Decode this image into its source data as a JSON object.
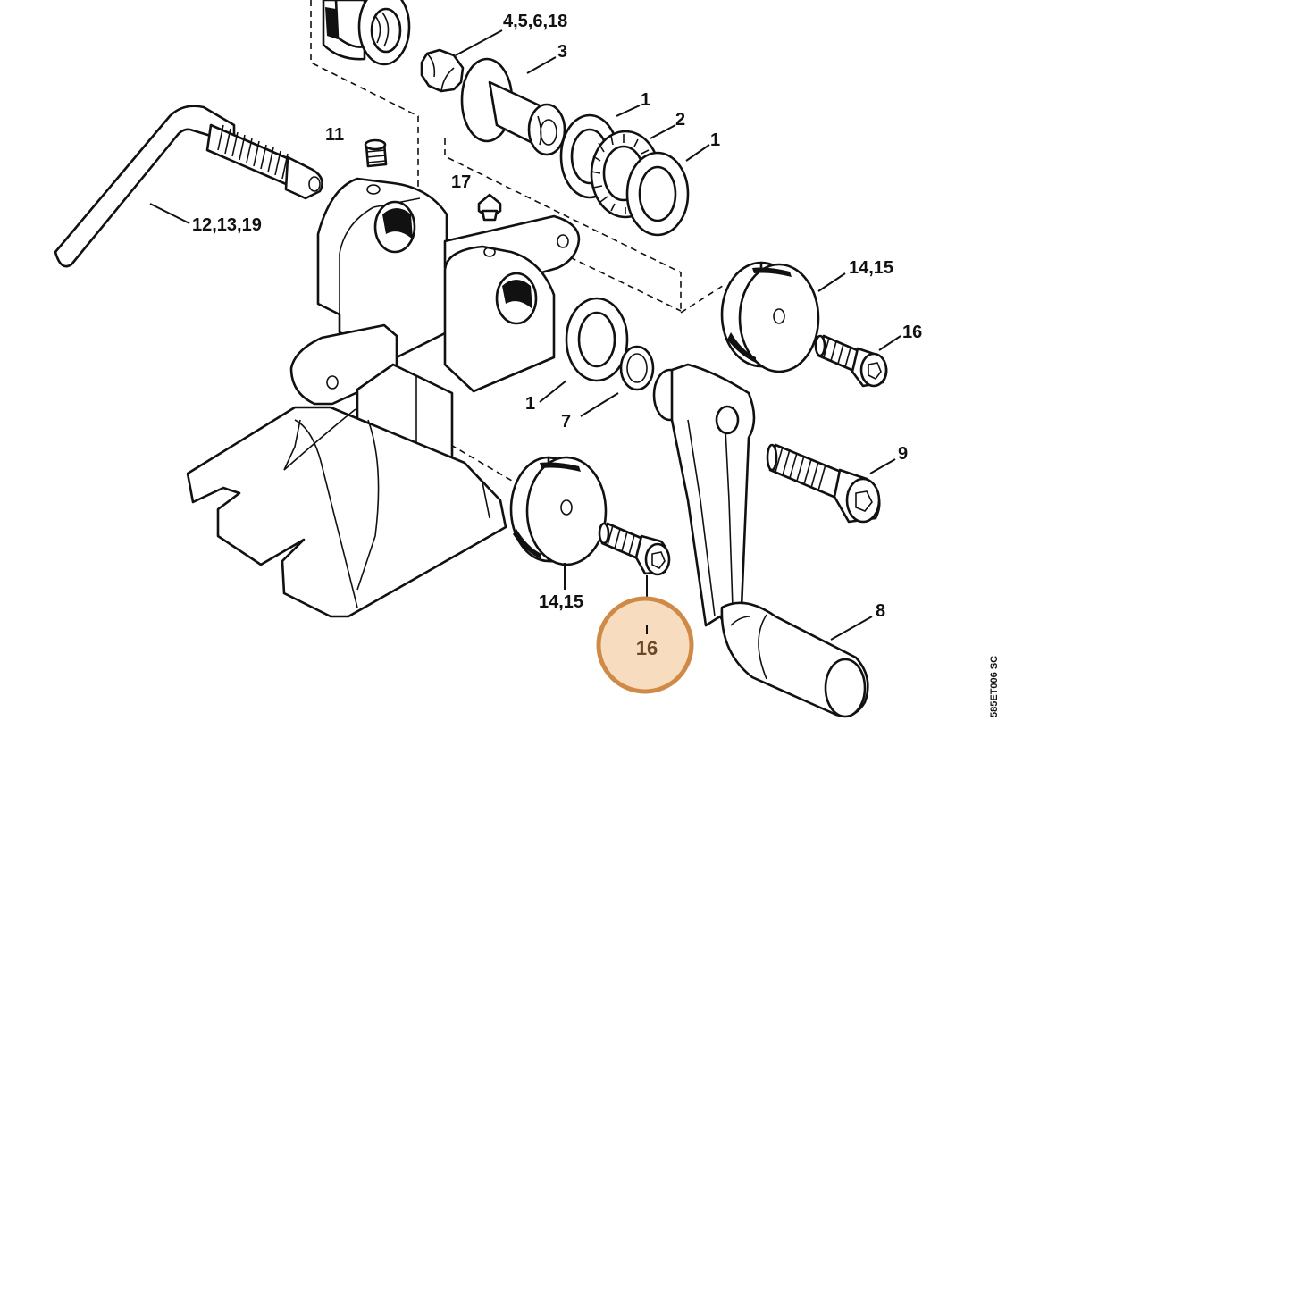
{
  "diagram": {
    "drawing_code": "585ET006 SC",
    "callouts": [
      {
        "id": "c-4-5-6-18",
        "text": "4,5,6,18"
      },
      {
        "id": "c-3",
        "text": "3"
      },
      {
        "id": "c-1a",
        "text": "1"
      },
      {
        "id": "c-2",
        "text": "2"
      },
      {
        "id": "c-1b",
        "text": "1"
      },
      {
        "id": "c-11",
        "text": "11"
      },
      {
        "id": "c-17",
        "text": "17"
      },
      {
        "id": "c-12-13-19",
        "text": "12,13,19"
      },
      {
        "id": "c-14-15-top",
        "text": "14,15"
      },
      {
        "id": "c-16-top",
        "text": "16"
      },
      {
        "id": "c-1c",
        "text": "1"
      },
      {
        "id": "c-7",
        "text": "7"
      },
      {
        "id": "c-9",
        "text": "9"
      },
      {
        "id": "c-14-15-bottom",
        "text": "14,15"
      },
      {
        "id": "c-8",
        "text": "8"
      }
    ],
    "highlighted": {
      "text": "16",
      "ring_color": "#d08a48",
      "fill_color": "#f8dcc0"
    }
  }
}
